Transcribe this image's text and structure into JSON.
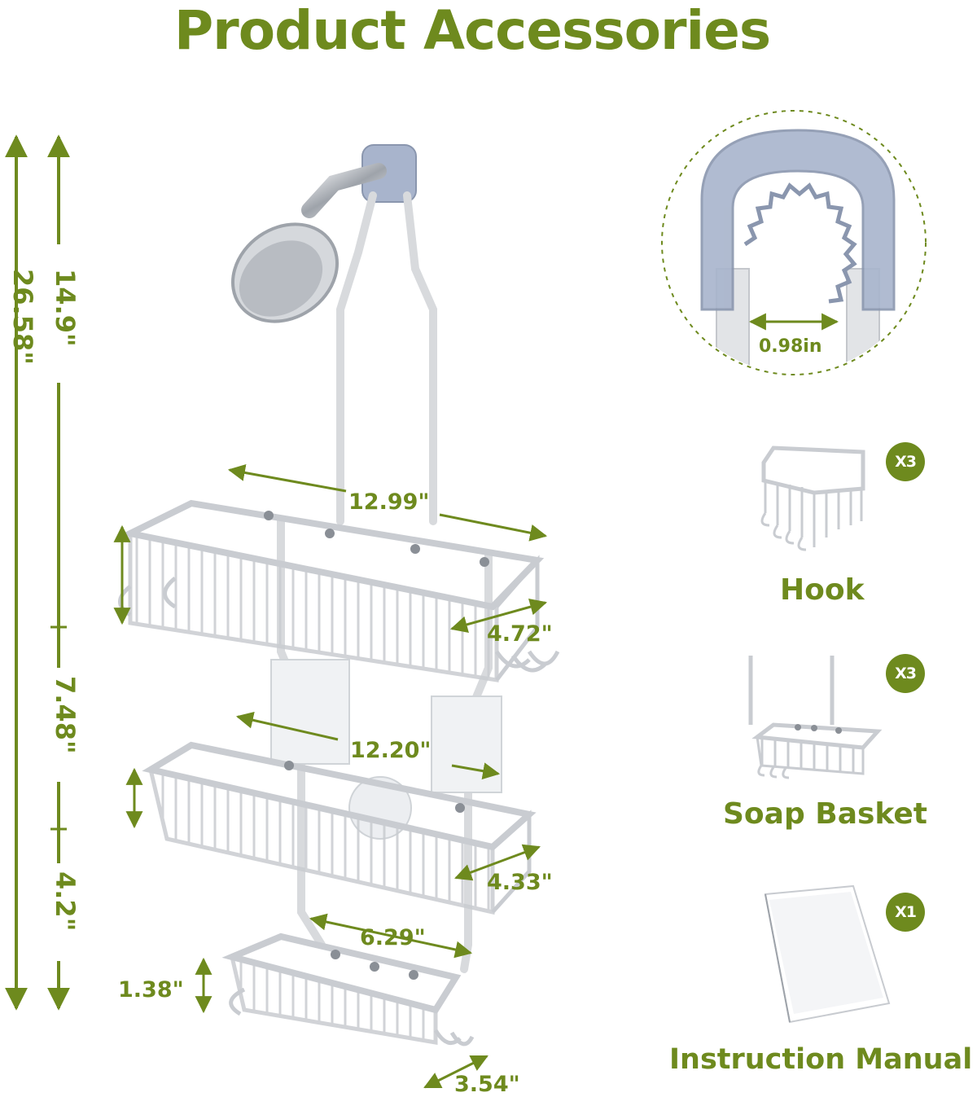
{
  "title": "Product Accessories",
  "colors": {
    "accent": "#6e8a1e",
    "metal": "#c9ccd1",
    "hook_blue": "#a8b4cc"
  },
  "dimensions": {
    "total_height": "26.58\"",
    "upper_height": "14.9\"",
    "middle_height": "7.48\"",
    "lower_height": "4.2\"",
    "top_width": "12.99\"",
    "top_depth": "4.72\"",
    "mid_width": "12.20\"",
    "mid_depth": "4.33\"",
    "bottom_width": "6.29\"",
    "bottom_height": "1.38\"",
    "bottom_depth": "3.54\"",
    "hook_gap": "0.98in"
  },
  "accessories": [
    {
      "name": "Hook",
      "qty": "X3",
      "icon": "hook-basket-icon"
    },
    {
      "name": "Soap Basket",
      "qty": "X3",
      "icon": "soap-basket-icon"
    },
    {
      "name": "Instruction Manual",
      "qty": "X1",
      "icon": "manual-icon"
    }
  ]
}
